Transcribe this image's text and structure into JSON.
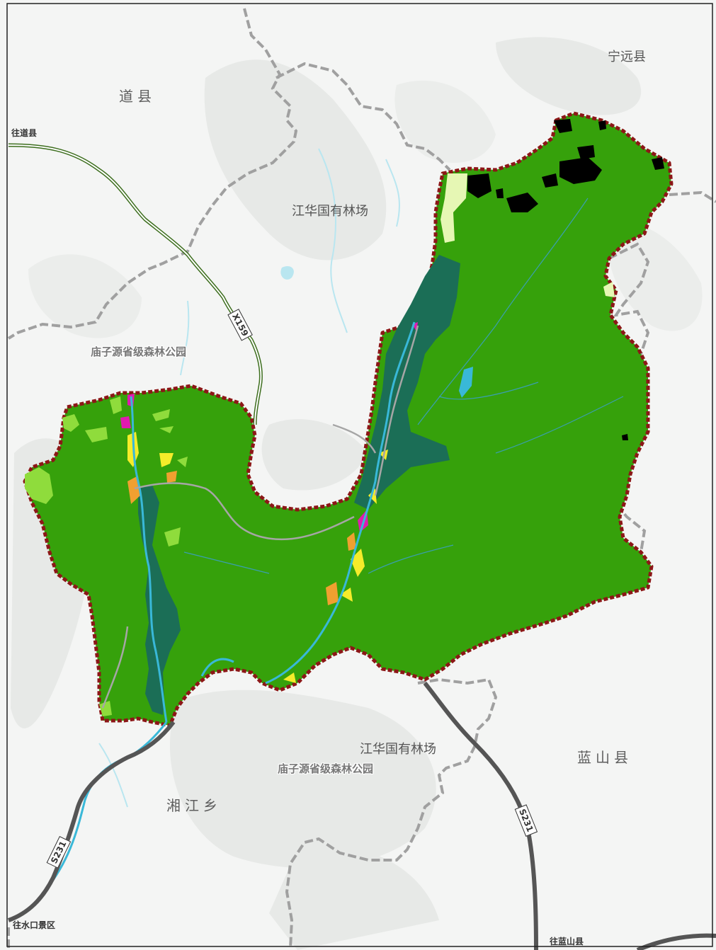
{
  "map": {
    "colors": {
      "background": "#f4f5f4",
      "terrain_shade": "#e3e5e3",
      "protected_area": "#36a10b",
      "core_zone": "#1b6e56",
      "boundary": "#8c1717",
      "admin_border": "#9a9a9a",
      "water": "#39b8d8",
      "light_patch": "#8fdc3c",
      "pale_patch": "#e6f7b4",
      "yellow_patch": "#f5ec2a",
      "orange_patch": "#f0a030",
      "magenta_patch": "#e01ab0",
      "black_patch": "#000000",
      "road_provincial": "#555555",
      "road_county": "#3d6e1e"
    },
    "labels": {
      "daoxian": "道县",
      "ningyuan": "宁远县",
      "lanshan": "蓝山县",
      "xiangjiang": "湘江乡",
      "forest_farm_north": "江华国有林场",
      "forest_farm_south": "江华国有林场",
      "forest_park_west": "庙子源省级森林公园",
      "forest_park_south": "庙子源省级森林公园"
    },
    "directions": {
      "to_daoxian": "往道县",
      "to_shuikou": "往水口景区",
      "to_lanshan": "往蓝山县"
    },
    "roads": {
      "x159": "X159",
      "s231_west": "S231",
      "s231_east": "S231"
    }
  }
}
